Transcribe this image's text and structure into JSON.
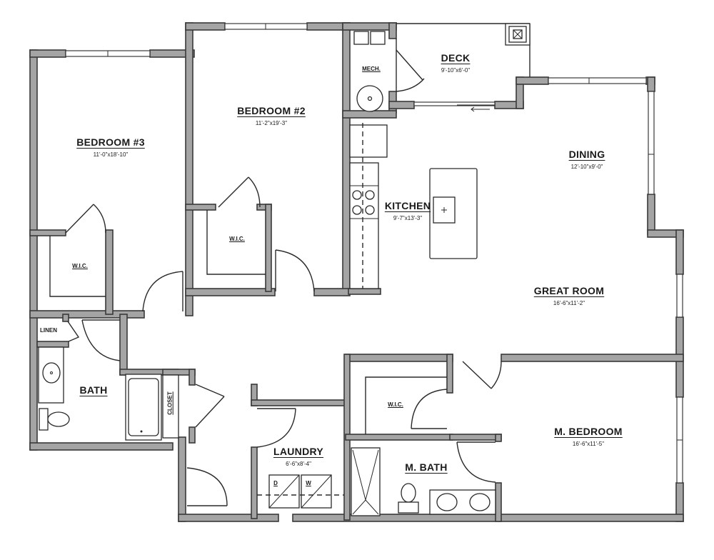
{
  "plan": {
    "wall_color": "#a4a4a4",
    "outline_color": "#3a3a3a",
    "rooms": {
      "bedroom3": {
        "name": "BEDROOM #3",
        "dim": "11'-0\"x18'-10\""
      },
      "bedroom2": {
        "name": "BEDROOM #2",
        "dim": "11'-2\"x19'-3\""
      },
      "deck": {
        "name": "DECK",
        "dim": "9'-10\"x6'-0\""
      },
      "mech": {
        "name": "MECH."
      },
      "kitchen": {
        "name": "KITCHEN",
        "dim": "9'-7\"x13'-3\""
      },
      "dining": {
        "name": "DINING",
        "dim": "12'-10\"x9'-0\""
      },
      "great_room": {
        "name": "GREAT ROOM",
        "dim": "16'-6\"x11'-2\""
      },
      "bath": {
        "name": "BATH"
      },
      "linen": {
        "name": "LINEN"
      },
      "closet": {
        "name": "CLOSET"
      },
      "laundry": {
        "name": "LAUNDRY",
        "dim": "6'-6\"x8'-4\""
      },
      "m_bath": {
        "name": "M. BATH"
      },
      "m_bedroom": {
        "name": "M. BEDROOM",
        "dim": "16'-6\"x11'-5\""
      },
      "wic_b3": {
        "name": "W.I.C."
      },
      "wic_b2": {
        "name": "W.I.C."
      },
      "wic_master": {
        "name": "W.I.C."
      }
    },
    "appliances": {
      "dryer": "D",
      "washer": "W"
    }
  }
}
